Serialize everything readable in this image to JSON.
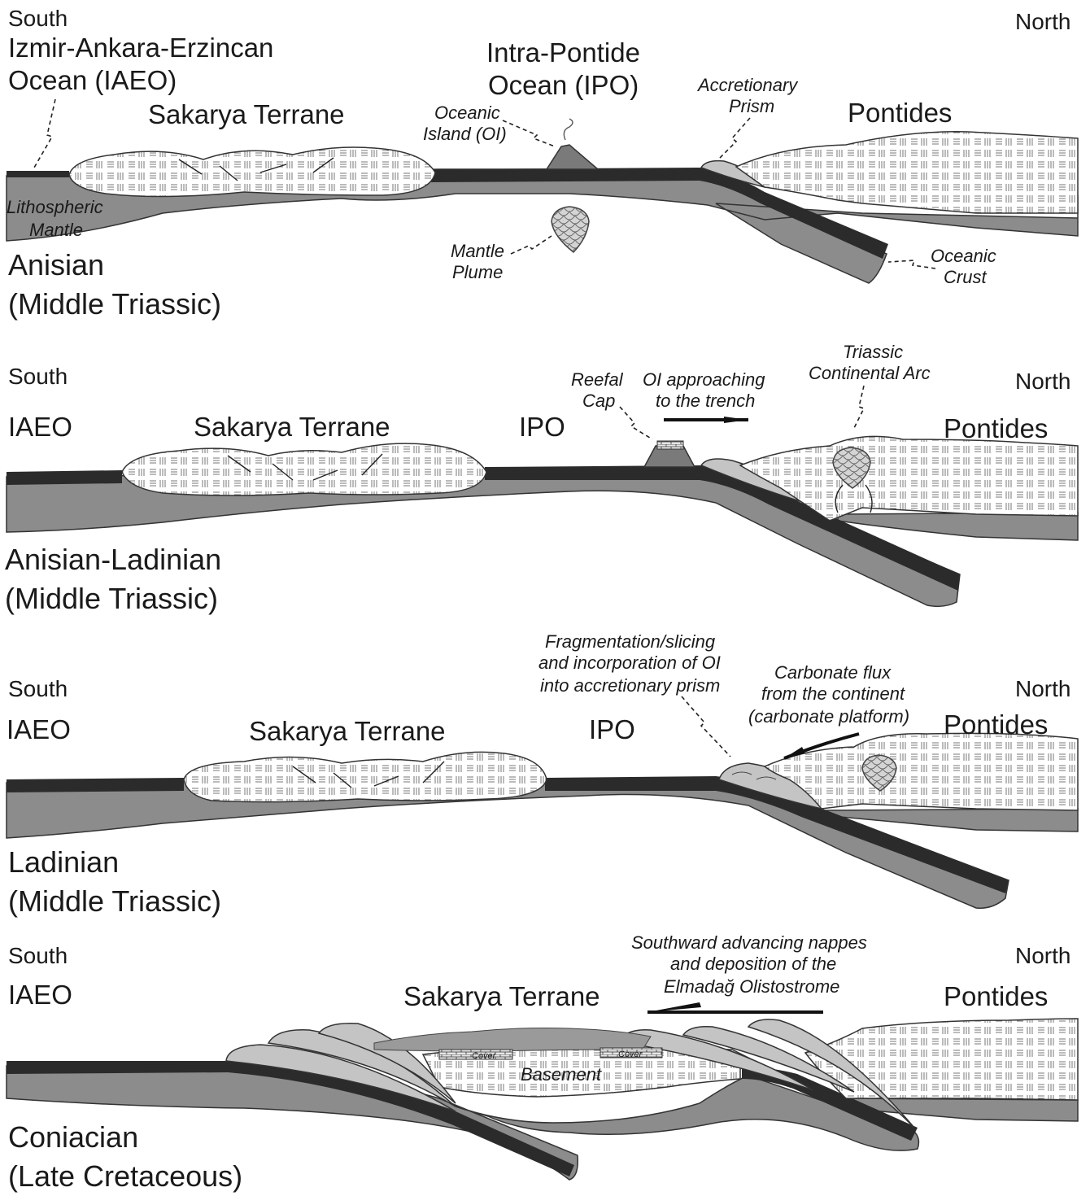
{
  "panels": [
    {
      "stage": "Anisian",
      "period": "(Middle Triassic)",
      "south": "South",
      "north": "North",
      "labels": {
        "iaeo_line1": "Izmir-Ankara-Erzincan",
        "iaeo_line2": "Ocean (IAEO)",
        "sakarya": "Sakarya Terrane",
        "ipo_line1": "Intra-Pontide",
        "ipo_line2": "Ocean (IPO)",
        "pontides": "Pontides",
        "oi_line1": "Oceanic",
        "oi_line2": "Island (OI)",
        "prism_line1": "Accretionary",
        "prism_line2": "Prism",
        "mantle_line1": "Lithospheric",
        "mantle_line2": "Mantle",
        "plume_line1": "Mantle",
        "plume_line2": "Plume",
        "crust_line1": "Oceanic",
        "crust_line2": "Crust"
      }
    },
    {
      "stage": "Anisian-Ladinian",
      "period": "(Middle Triassic)",
      "south": "South",
      "north": "North",
      "labels": {
        "iaeo": "IAEO",
        "sakarya": "Sakarya Terrane",
        "ipo": "IPO",
        "pontides": "Pontides",
        "reef_line1": "Reefal",
        "reef_line2": "Cap",
        "approach_line1": "OI approaching",
        "approach_line2": "to the trench",
        "arc_line1": "Triassic",
        "arc_line2": "Continental Arc"
      }
    },
    {
      "stage": "Ladinian",
      "period": "(Middle Triassic)",
      "south": "South",
      "north": "North",
      "labels": {
        "iaeo": "IAEO",
        "sakarya": "Sakarya Terrane",
        "ipo": "IPO",
        "pontides": "Pontides",
        "frag_line1": "Fragmentation/slicing",
        "frag_line2": "and incorporation of OI",
        "frag_line3": "into accretionary prism",
        "carb_line1": "Carbonate flux",
        "carb_line2": "from the continent",
        "carb_line3": "(carbonate platform)"
      }
    },
    {
      "stage": "Coniacian",
      "period": "(Late Cretaceous)",
      "south": "South",
      "north": "North",
      "labels": {
        "iaeo": "IAEO",
        "sakarya": "Sakarya Terrane",
        "pontides": "Pontides",
        "nappe_line1": "Southward advancing nappes",
        "nappe_line2": "and deposition of the",
        "nappe_line3": "Elmadağ Olistostrome",
        "basement": "Basement",
        "cover1": "Cover",
        "cover2": "Cover"
      }
    }
  ]
}
